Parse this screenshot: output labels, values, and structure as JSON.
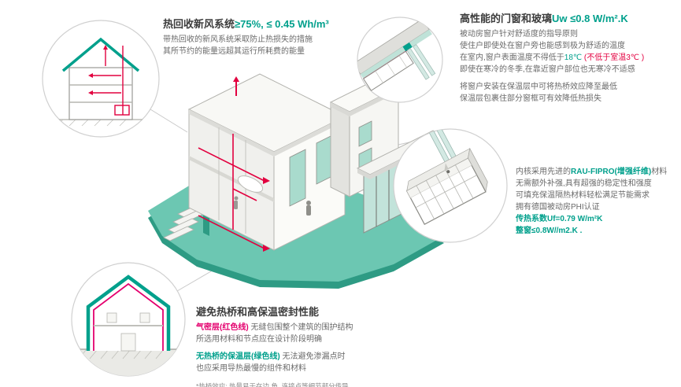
{
  "colors": {
    "teal": "#00A08C",
    "red": "#E30040",
    "magenta": "#E4006E",
    "heading": "#3C3C3C",
    "body_text": "#6A6A6A",
    "platform_teal": "#6CC7B2"
  },
  "callout_ventilation": {
    "title": "热回收新风系统",
    "title_value": "≥75%, ≤ 0.45 Wh/m³",
    "line1": "带热回收的新风系统采取防止热损失的措施",
    "line2": "其所节约的能量远超其运行所耗费的能量"
  },
  "callout_window": {
    "title": "高性能的门窗和玻璃",
    "title_value": "Uw ≤0.8 W/m².K",
    "p1_line1": "被动房窗户针对舒适度的指导原则",
    "p1_line2": "使住户即使处在窗户旁也能感到极为舒适的温度",
    "p1_line3_pre": "在室内,窗户表面温度不得低于",
    "p1_line3_temp": "18℃",
    "p1_line3_red": " (不低于室温3℃ )",
    "p1_line4": "即使在寒冷的冬季,在靠近窗户部位也无寒冷不适感",
    "p2_line1": "将窗户安装在保温层中可将热桥效应降至最低",
    "p2_line2": "保温层包裹住部分窗框可有效降低热损失"
  },
  "callout_profile": {
    "line1_pre": "内核采用先进的",
    "line1_teal": "RAU-FIPRO(增强纤维)",
    "line1_post": "材料",
    "line2": "无需额外补强,具有超强的稳定性和强度",
    "line3": "可填充保温隔热材料轻松满足节能需求",
    "line4": "拥有德国被动房PHI认证",
    "line5": "传热系数Uf=0.79 W/m²K",
    "line6": "整窗≤0.8W//m2.K ."
  },
  "callout_thermal": {
    "title": "避免热桥和高保温密封性能",
    "airtight_label": "气密层(红色线)",
    "airtight_text": " 无缝包围整个建筑的围护结构",
    "airtight_text2": "所选用材料和节点应在设计阶段明确",
    "insulation_label": "无热桥的保温层(绿色线)",
    "insulation_text": " 无法避免渗漏点时",
    "insulation_text2": "也应采用导热最慢的组件和材料",
    "footnote": "*热桥效应: 热量易于在边,角, 连接点等细节部分传导"
  }
}
